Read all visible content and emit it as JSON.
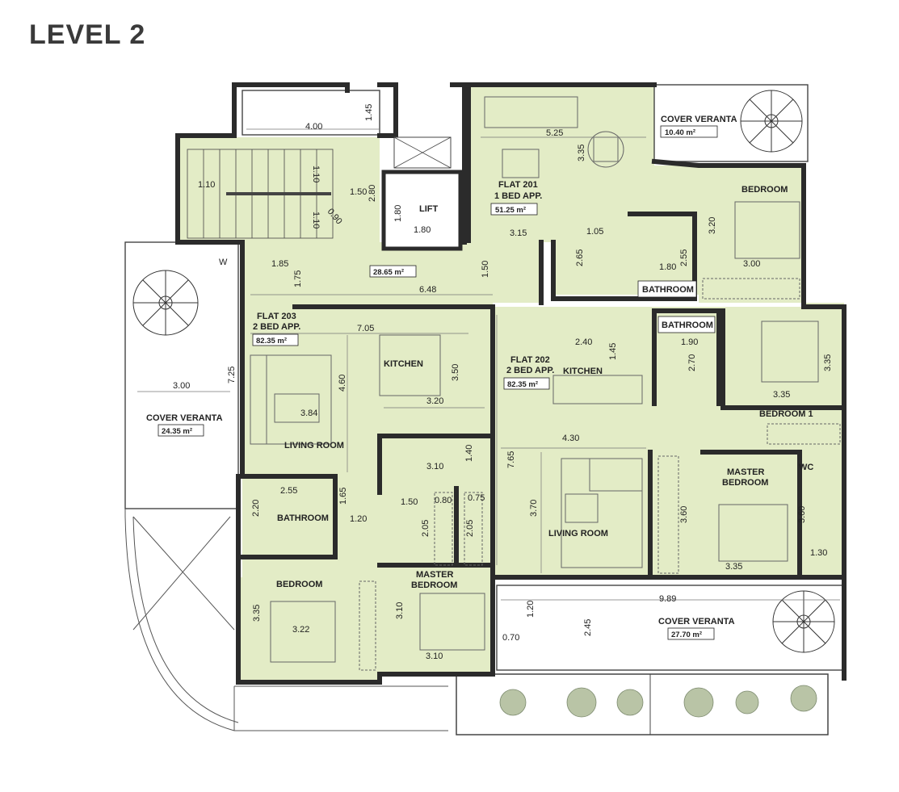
{
  "title": "LEVEL 2",
  "rooms": {
    "cover_veranta_top": "COVER VERANTA",
    "cover_veranta_top_area": "10.40 m²",
    "flat201_name": "FLAT 201",
    "flat201_type": "1 BED APP.",
    "flat201_area": "51.25 m²",
    "lift": "LIFT",
    "common_area": "28.65 m²",
    "bedroom_201": "BEDROOM",
    "bathroom_201": "BATHROOM",
    "flat203_name": "FLAT 203",
    "flat203_type": "2 BED APP.",
    "flat203_area": "82.35 m²",
    "kitchen_203": "KITCHEN",
    "living_203": "LIVING ROOM",
    "bathroom_203": "BATHROOM",
    "bedroom_203": "BEDROOM",
    "master_203_a": "MASTER",
    "master_203_b": "BEDROOM",
    "cover_veranta_left": "COVER VERANTA",
    "cover_veranta_left_area": "24.35 m²",
    "flat202_name": "FLAT 202",
    "flat202_type": "2 BED APP.",
    "flat202_area": "82.35 m²",
    "kitchen_202": "KITCHEN",
    "bathroom_202": "BATHROOM",
    "bedroom1_202": "BEDROOM 1",
    "living_202": "LIVING ROOM",
    "master_202_a": "MASTER",
    "master_202_b": "BEDROOM",
    "wc_202": "WC",
    "cover_veranta_bottom": "COVER VERANTA",
    "cover_veranta_bottom_area": "27.70 m²"
  },
  "dims": {
    "d400": "4.00",
    "d145": "1.45",
    "d110a": "1.10",
    "d110b": "1.10",
    "d110c": "1.10",
    "d150a": "1.50",
    "d280": "2.80",
    "d090": "0.90",
    "d180a": "1.80",
    "d180b": "1.80",
    "d525": "5.25",
    "d335a": "3.35",
    "d315": "3.15",
    "d105": "1.05",
    "d265": "2.65",
    "d180c": "1.80",
    "d255a": "2.55",
    "d320a": "3.20",
    "d300a": "3.00",
    "d185": "1.85",
    "d175": "1.75",
    "d648": "6.48",
    "d150b": "1.50",
    "d705": "7.05",
    "d350": "3.50",
    "d460": "4.60",
    "d384": "3.84",
    "d320b": "3.20",
    "d300b": "3.00",
    "d725": "7.25",
    "d310a": "3.10",
    "d140": "1.40",
    "d255b": "2.55",
    "d220": "2.20",
    "d165": "1.65",
    "d120a": "1.20",
    "d150c": "1.50",
    "d080": "0.80",
    "d075": "0.75",
    "d205a": "2.05",
    "d205b": "2.05",
    "d335b": "3.35",
    "d322": "3.22",
    "d310b": "3.10",
    "d310c": "3.10",
    "d240": "2.40",
    "d145b": "1.45",
    "d190": "1.90",
    "d270": "2.70",
    "d335c": "3.35",
    "d335d": "3.35",
    "d765": "7.65",
    "d430": "4.30",
    "d370": "3.70",
    "d360a": "3.60",
    "d360b": "3.60",
    "d130": "1.30",
    "d335e": "3.35",
    "d989": "9.89",
    "d120b": "1.20",
    "d245": "2.45",
    "d070": "0.70",
    "w1": "W"
  },
  "colors": {
    "floor": "#e3ecc6",
    "wall": "#2b2b2b",
    "line": "#555555",
    "veranda": "#ffffff"
  }
}
